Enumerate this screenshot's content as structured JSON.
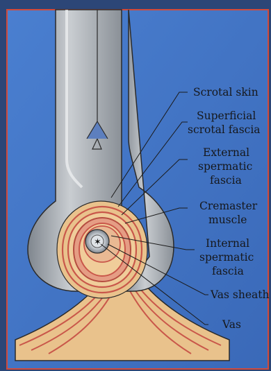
{
  "labels": {
    "scrotal_skin": "Scrotal skin",
    "superficial_scrotal_fascia_1": "Superficial",
    "superficial_scrotal_fascia_2": "scrotal fascia",
    "external_spermatic_fascia_1": "External",
    "external_spermatic_fascia_2": "spermatic",
    "external_spermatic_fascia_3": "fascia",
    "cremaster_muscle_1": "Cremaster",
    "cremaster_muscle_2": "muscle",
    "internal_spermatic_fascia_1": "Internal",
    "internal_spermatic_fascia_2": "spermatic",
    "internal_spermatic_fascia_3": "fascia",
    "vas_sheath": "Vas sheath",
    "vas": "Vas"
  },
  "colors": {
    "background": "#3f72c6",
    "frame_border": "#d24a3a",
    "skin_grey": "#9aa0a6",
    "fascia_tan": "#e9c28c",
    "muscle_pink": "#d27a6a",
    "outline": "#2a2a2a"
  }
}
